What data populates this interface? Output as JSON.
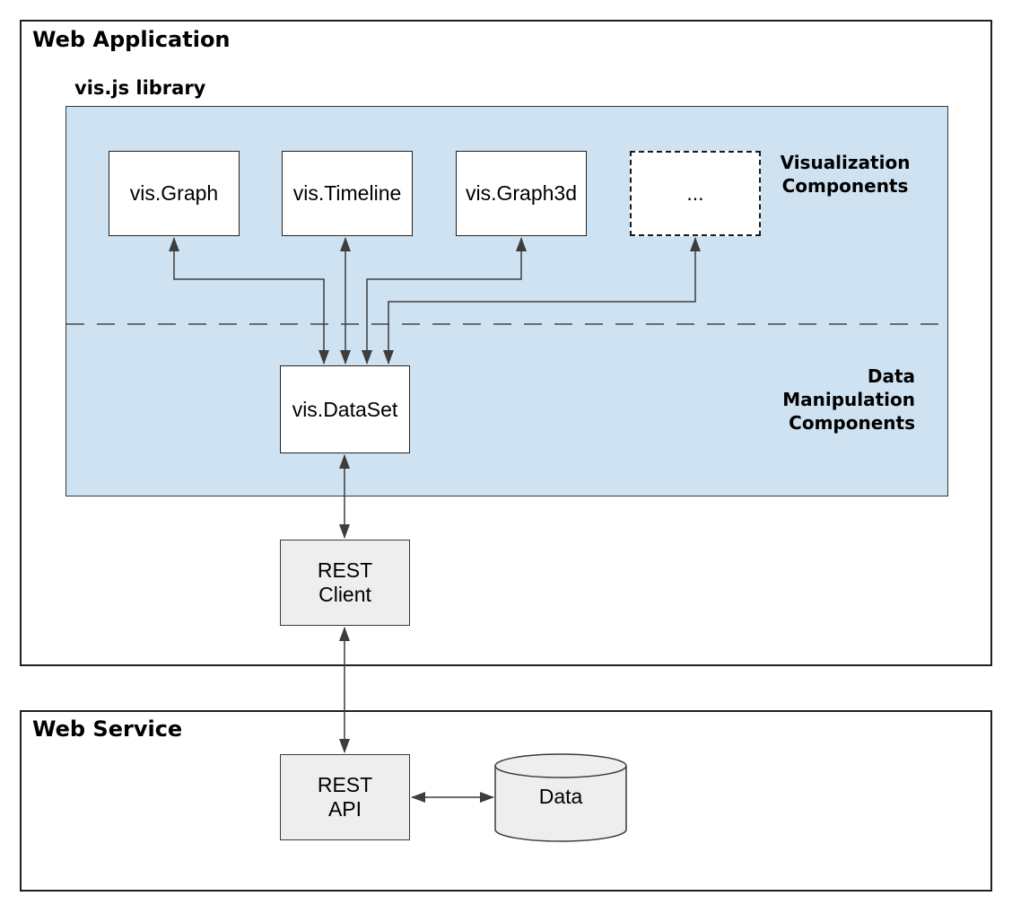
{
  "web_application": {
    "title": "Web Application",
    "library": {
      "title": "vis.js library",
      "components": [
        {
          "label": "vis.Graph"
        },
        {
          "label": "vis.Timeline"
        },
        {
          "label": "vis.Graph3d"
        },
        {
          "label": "..."
        }
      ],
      "visualization_label": {
        "lines": [
          "Visualization",
          "Components"
        ]
      },
      "manipulation_label": {
        "lines": [
          "Data",
          "Manipulation",
          "Components"
        ]
      },
      "dataset": {
        "label": "vis.DataSet"
      }
    },
    "rest_client": {
      "lines": [
        "REST",
        "Client"
      ]
    }
  },
  "web_service": {
    "title": "Web Service",
    "rest_api": {
      "lines": [
        "REST",
        "API"
      ]
    },
    "data_store": {
      "label": "Data"
    }
  },
  "colors": {
    "panel_blue": "#cfe2f1",
    "infra_fill": "#eeeeee",
    "connector": "#3d3d3d",
    "box_border": "#222222"
  }
}
